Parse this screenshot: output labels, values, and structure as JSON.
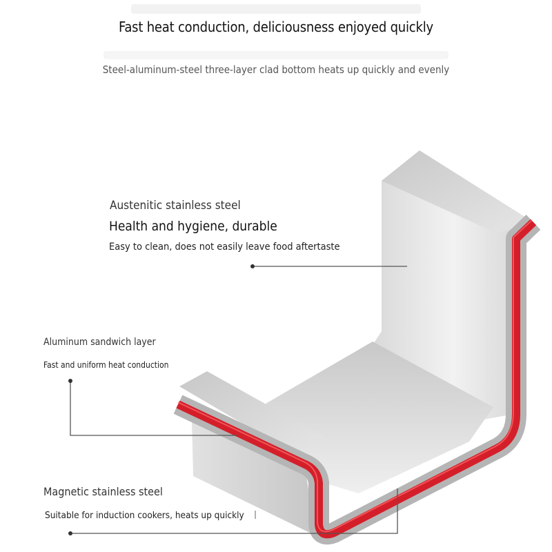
{
  "header": {
    "headline": "Fast heat conduction, deliciousness enjoyed quickly",
    "subheadline": "Steel-aluminum-steel three-layer clad bottom heats up quickly and evenly"
  },
  "layers": {
    "outer": {
      "title": "Austenitic stainless steel",
      "tagline": "Health and hygiene, durable",
      "detail": "Easy to clean, does not easily leave food aftertaste"
    },
    "middle": {
      "title": "Aluminum sandwich layer",
      "detail": "Fast and uniform heat conduction"
    },
    "inner": {
      "title": "Magnetic stainless steel",
      "detail": "Suitable for induction cookers, heats up quickly"
    }
  },
  "colors": {
    "steel_light": "#ededed",
    "steel_mid": "#c9c9c9",
    "steel_dark": "#9d9d9d",
    "aluminum_core": "#d41f2a",
    "leader_line": "#555555"
  }
}
